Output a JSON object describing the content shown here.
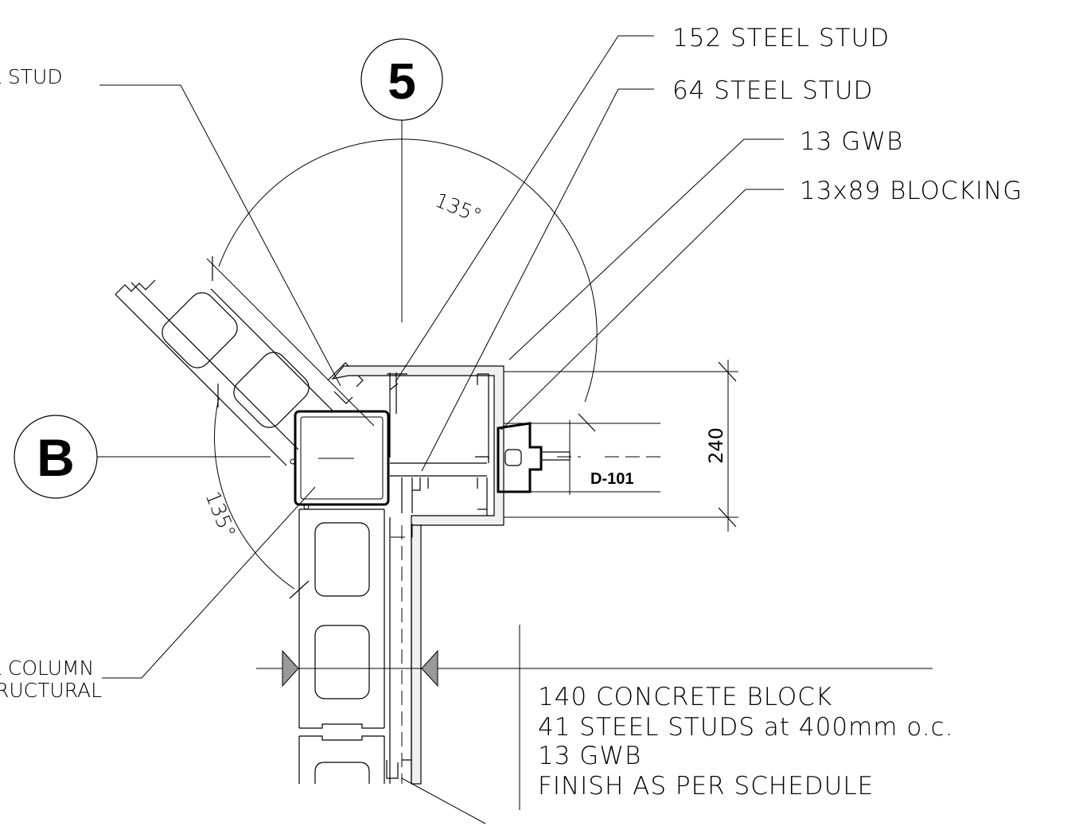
{
  "grid_bubbles": {
    "top": "5",
    "left": "B"
  },
  "callouts": {
    "steel_stud_152": "152 STEEL STUD",
    "steel_stud_64": "64 STEEL STUD",
    "gwb": "13 GWB",
    "blocking": "13x89 BLOCKING",
    "left_stud_partial": "L STUD",
    "column_partial_1": "L COLUMN",
    "column_partial_2": "RUCTURAL"
  },
  "angles": {
    "upper": "135°",
    "lower": "135°"
  },
  "dimension": "240",
  "door_tag": "D-101",
  "wall_assembly": [
    "140 CONCRETE BLOCK",
    "41 STEEL STUDS at 400mm o.c.",
    "13 GWB",
    "FINISH AS PER SCHEDULE"
  ]
}
